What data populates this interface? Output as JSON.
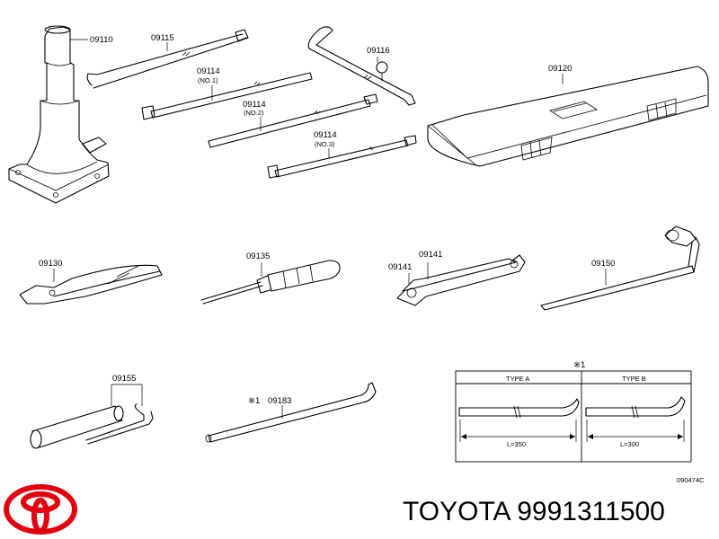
{
  "diagram_code": "090474C",
  "parts": {
    "jack": "09110",
    "jack_handle": "09115",
    "handle_no1": "09114",
    "handle_no1_note": "(NO.1)",
    "handle_no2": "09114",
    "handle_no2_note": "(NO.2)",
    "handle_no3": "09114",
    "handle_no3_note": "(NO.3)",
    "crank": "09116",
    "tool_bag": "09120",
    "pliers": "09130",
    "screwdriver": "09135",
    "wrench_a": "09141",
    "wrench_b": "09141",
    "lug_wrench": "09150",
    "socket_wrench": "09155",
    "tire_lever": "09183",
    "tire_lever_mark": "※1"
  },
  "type_table": {
    "mark": "※1",
    "type_a": "TYPE A",
    "type_b": "TYPE B",
    "length_a": "L=350",
    "length_b": "L=300"
  },
  "brand": {
    "name_and_number": "TOYOTA 9991311500",
    "logo_color": "#e3000f"
  }
}
